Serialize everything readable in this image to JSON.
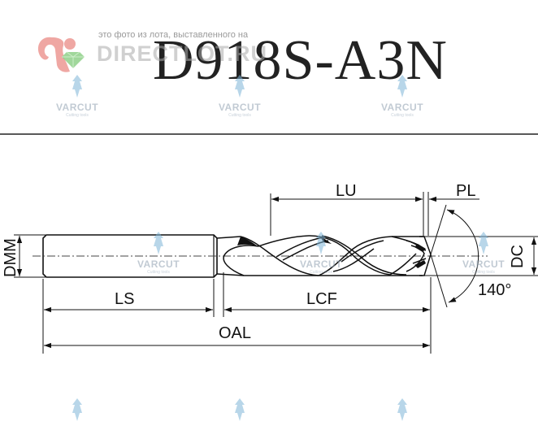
{
  "title": "D918S-A3N",
  "watermark": {
    "caption": "это фото из лота, выставленного на",
    "brand": "DIRECTLOT.RU"
  },
  "varcut": {
    "name": "VARCUT",
    "subtitle": "Cutting tools"
  },
  "dimensions": {
    "lu": "LU",
    "pl": "PL",
    "dmm": "DMM",
    "dc": "DC",
    "ls": "LS",
    "lcf": "LCF",
    "oal": "OAL",
    "angle": "140°"
  },
  "icons": {
    "watermark_logo": "squirrel-gem-icon",
    "varcut_logo": "drill-bit-icon"
  },
  "colors": {
    "line": "#111111",
    "watermark_red": "#e98a84",
    "watermark_green": "#8fd08a",
    "varcut_blue": "#7fb6d8"
  }
}
